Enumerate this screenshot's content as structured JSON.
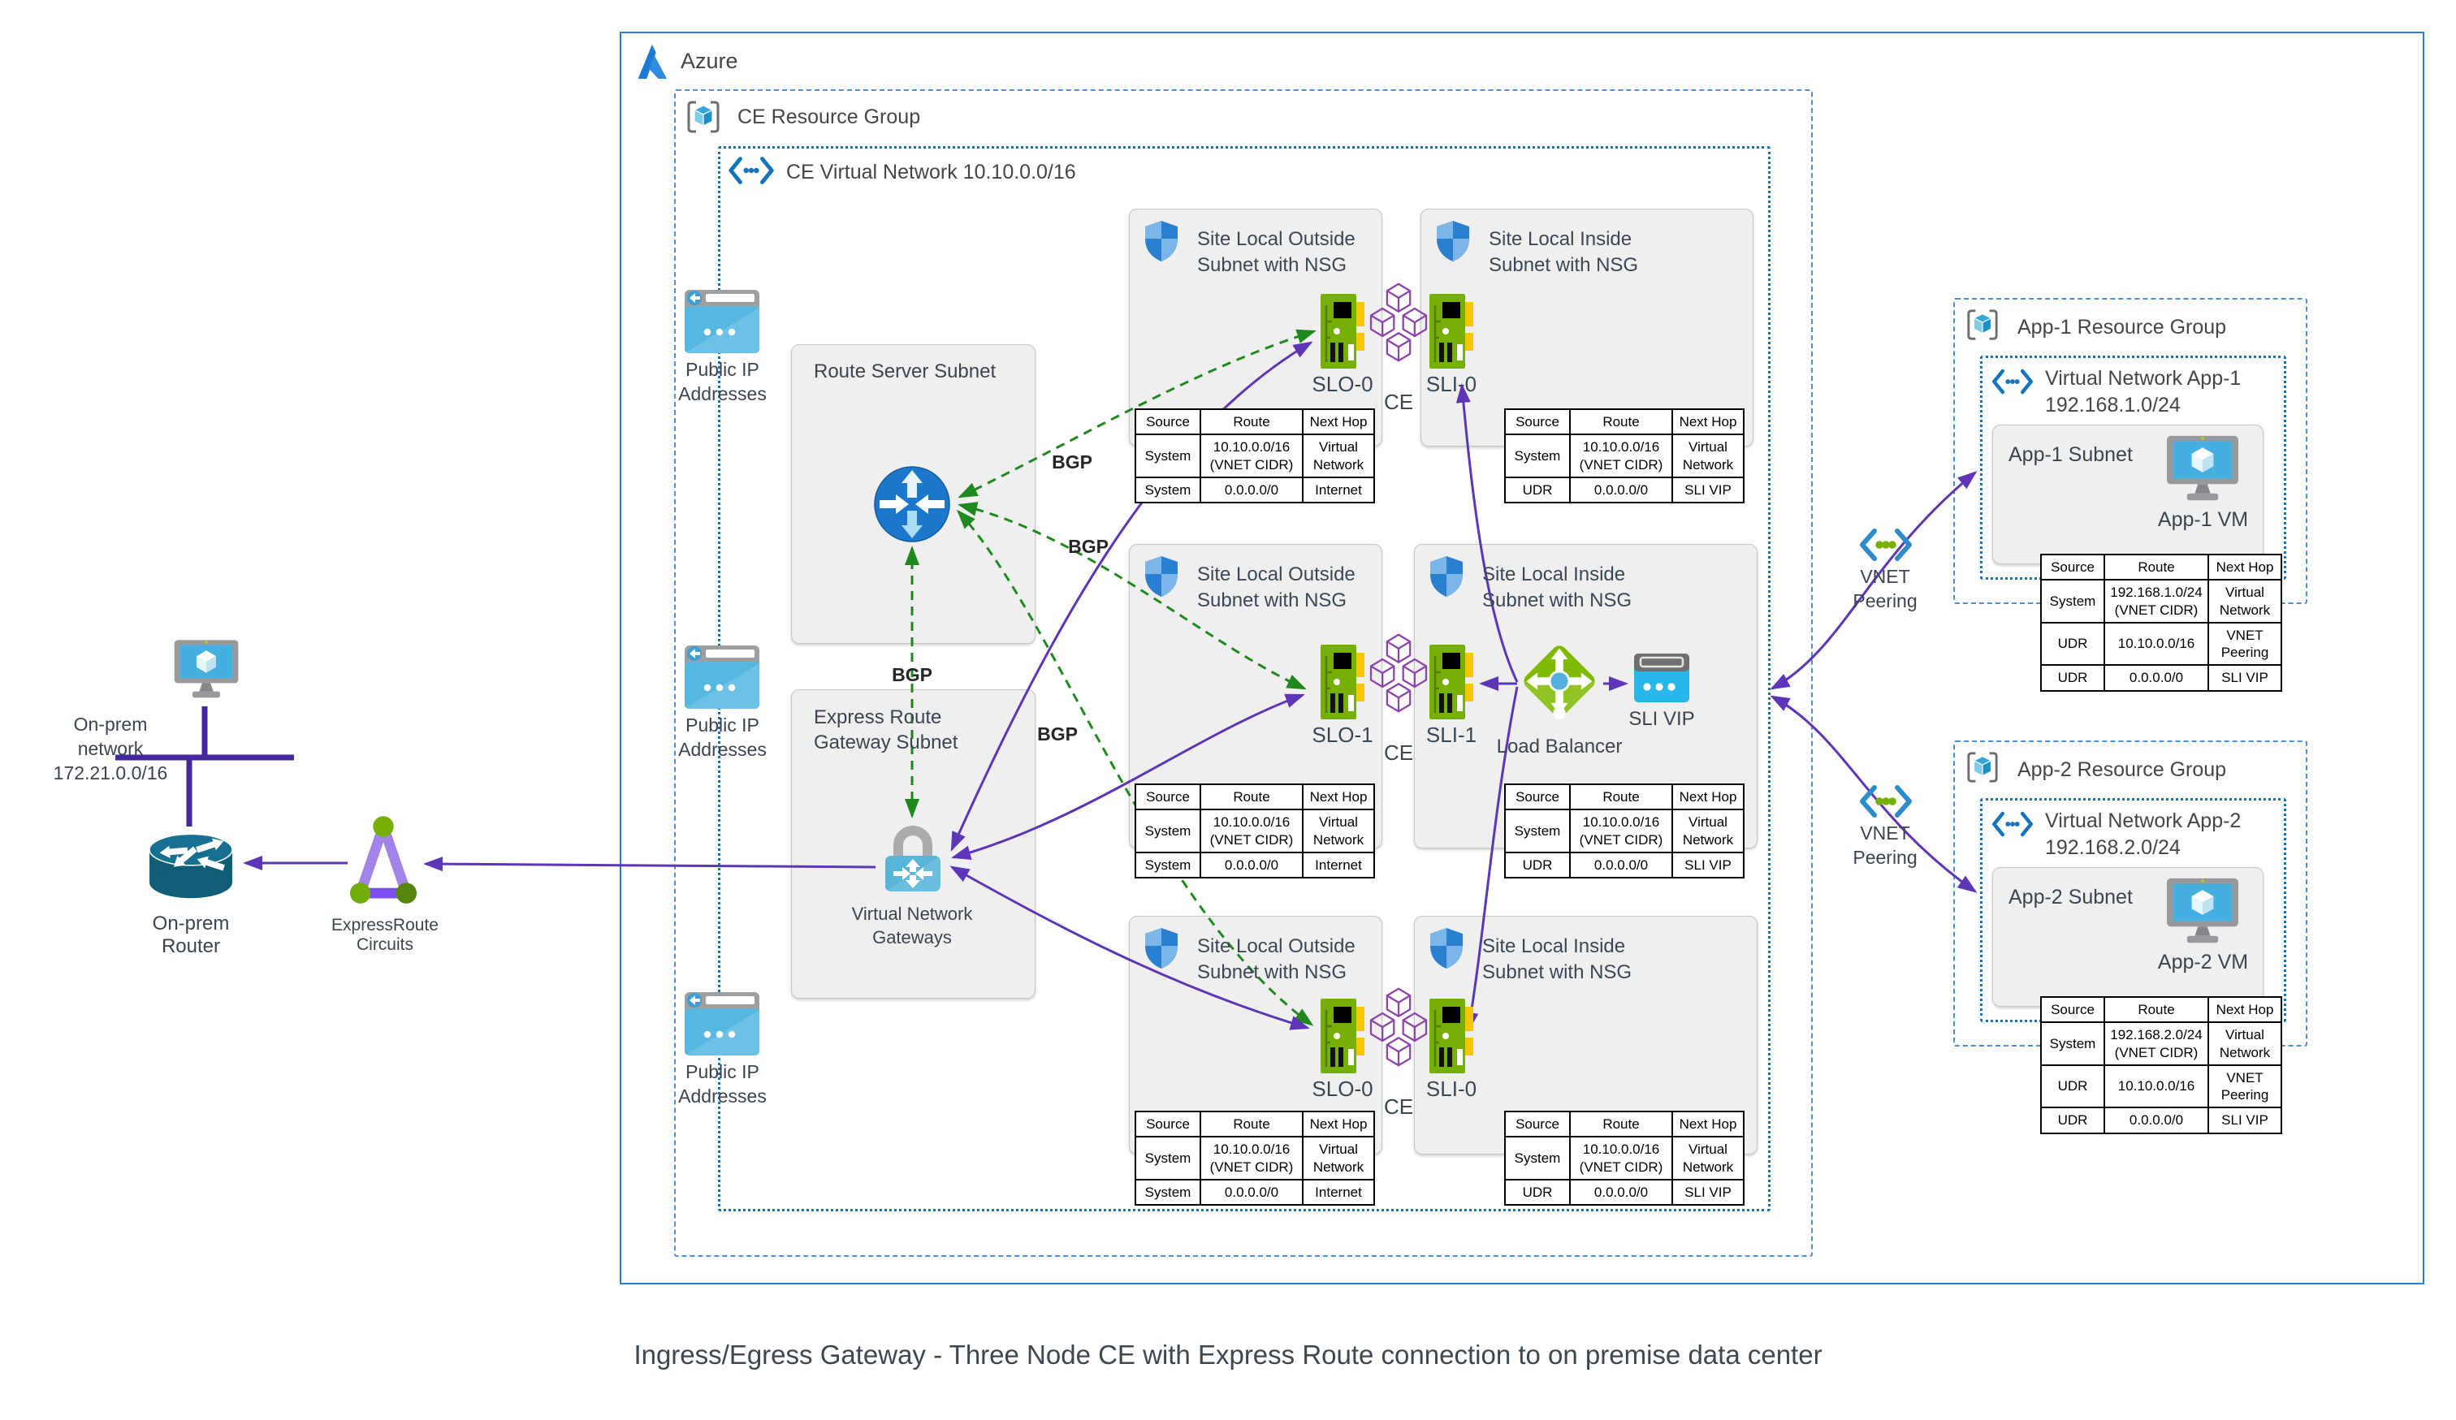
{
  "title": "Ingress/Egress Gateway - Three Node CE with Express Route connection to on premise data center",
  "azure_label": "Azure",
  "ce_resource_group_label": "CE Resource Group",
  "ce_vnet_label": "CE Virtual Network 10.10.0.0/16",
  "route_server_subnet_label": "Route Server Subnet",
  "express_route_gateway_subnet_label": "Express Route Gateway Subnet",
  "virtual_network_gateways_label": "Virtual Network Gateways",
  "site_local_outside": {
    "line1": "Site Local Outside",
    "line2": "Subnet with NSG"
  },
  "site_local_inside": {
    "line1": "Site Local Inside",
    "line2": "Subnet with NSG"
  },
  "public_ip": {
    "line1": "Public IP",
    "line2": "Addresses"
  },
  "bgp_label": "BGP",
  "nodes": {
    "slo0": "SLO-0",
    "slo1": "SLO-1",
    "sli0": "SLI-0",
    "sli1": "SLI-1",
    "ce": "CE",
    "load_balancer": "Load Balancer",
    "sli_vip": "SLI VIP"
  },
  "vnet_peering": {
    "line1": "VNET",
    "line2": "Peering"
  },
  "onprem": {
    "network_line1": "On-prem network",
    "network_line2": "172.21.0.0/16",
    "router_label": "On-prem Router",
    "expressroute_label": "ExpressRoute Circuits"
  },
  "app1": {
    "resource_group_label": "App-1 Resource Group",
    "vnet_line1": "Virtual Network App-1",
    "vnet_line2": "192.168.1.0/24",
    "subnet_label": "App-1 Subnet",
    "vm_label": "App-1 VM"
  },
  "app2": {
    "resource_group_label": "App-2 Resource Group",
    "vnet_line1": "Virtual Network App-2",
    "vnet_line2": "192.168.2.0/24",
    "subnet_label": "App-2 Subnet",
    "vm_label": "App-2 VM"
  },
  "route_tables": {
    "headers": [
      "Source",
      "Route",
      "Next Hop"
    ],
    "slo": {
      "rows": [
        [
          "System",
          "10.10.0.0/16 (VNET CIDR)",
          "Virtual Network"
        ],
        [
          "System",
          "0.0.0.0/0",
          "Internet"
        ]
      ]
    },
    "sli": {
      "rows": [
        [
          "System",
          "10.10.0.0/16 (VNET CIDR)",
          "Virtual Network"
        ],
        [
          "UDR",
          "0.0.0.0/0",
          "SLI VIP"
        ]
      ]
    },
    "app1": {
      "rows": [
        [
          "System",
          "192.168.1.0/24 (VNET CIDR)",
          "Virtual Network"
        ],
        [
          "UDR",
          "10.10.0.0/16",
          "VNET Peering"
        ],
        [
          "UDR",
          "0.0.0.0/0",
          "SLI VIP"
        ]
      ]
    },
    "app2": {
      "rows": [
        [
          "System",
          "192.168.2.0/24 (VNET CIDR)",
          "Virtual Network"
        ],
        [
          "UDR",
          "10.10.0.0/16",
          "VNET Peering"
        ],
        [
          "UDR",
          "0.0.0.0/0",
          "SLI VIP"
        ]
      ]
    }
  },
  "colors": {
    "azure_border": "#2b7cd3",
    "resource_group_border": "#4a90d9",
    "vnet_border": "#1673b8",
    "bgp_green": "#1e8a1e",
    "connection_purple": "#5d35b8",
    "nic_green": "#76b007",
    "load_balancer_green": "#7fba00",
    "onprem_purple": "#4527a0"
  }
}
